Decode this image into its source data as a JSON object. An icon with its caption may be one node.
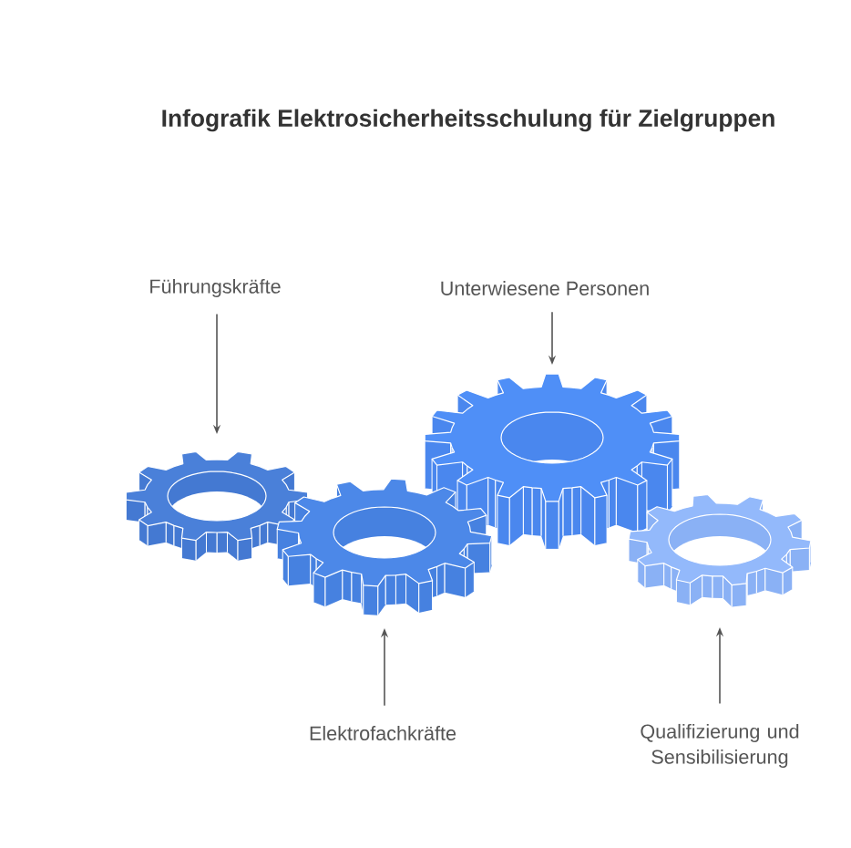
{
  "diagram": {
    "title": "Infografik Elektrosicherheitsschulung für Zielgruppen",
    "nodes": [
      {
        "text": [
          "Führungskräfte"
        ]
      },
      {
        "text": [
          "Unterwiesene Personen"
        ]
      },
      {
        "text": [],
        "shape": "gear"
      },
      {
        "text": [],
        "shape": "gear"
      },
      {
        "text": [],
        "shape": "gear"
      },
      {
        "text": [],
        "shape": "gear"
      },
      {
        "text": [
          "Elektrofachkräfte"
        ]
      },
      {
        "text": [
          "Qualifizierung und Sensibilisierung"
        ]
      }
    ],
    "edges": [
      {
        "from": 0,
        "to": 2,
        "arrow": "to"
      },
      {
        "from": 1,
        "to": 3,
        "arrow": "to"
      },
      {
        "from": 6,
        "to": 4,
        "arrow": "to"
      },
      {
        "from": 7,
        "to": 5,
        "arrow": "to"
      }
    ]
  }
}
